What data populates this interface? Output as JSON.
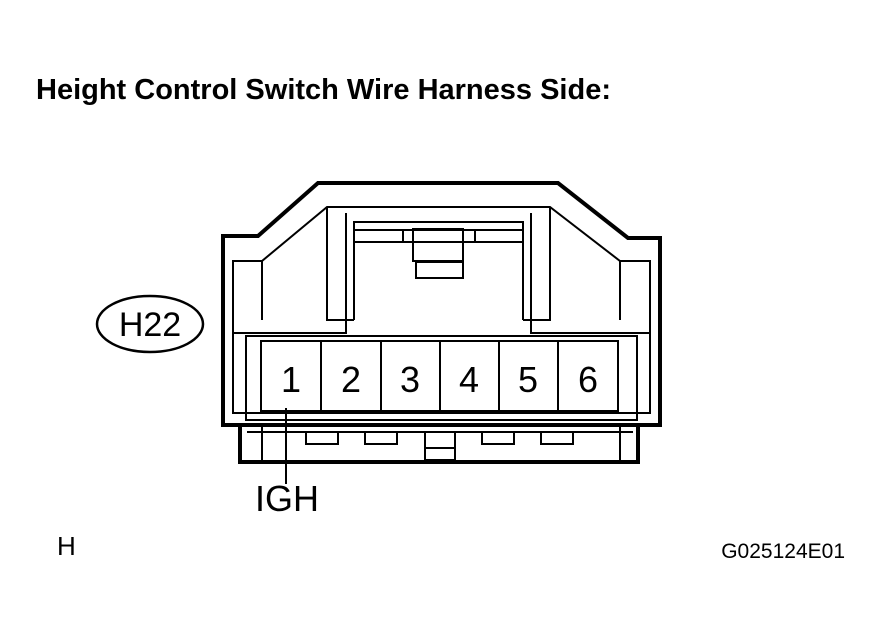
{
  "title": "Height Control Switch Wire Harness Side:",
  "connector_code": "H22",
  "pins": [
    "1",
    "2",
    "3",
    "4",
    "5",
    "6"
  ],
  "signal_label": "IGH",
  "corner_label": "H",
  "figure_code": "G025124E01"
}
